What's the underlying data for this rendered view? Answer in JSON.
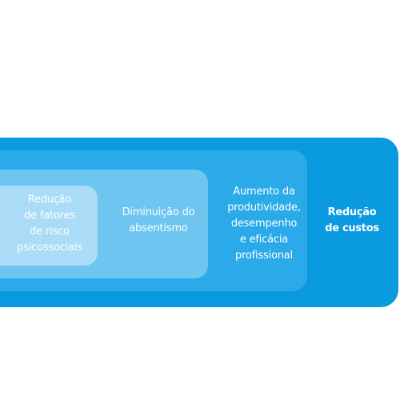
{
  "colors": {
    "outer": "#0a9ae0",
    "layer3": "#2aaae8",
    "layer2": "#6dc5f0",
    "layer1": "#aadcf7",
    "text": "#ffffff"
  },
  "layers": [
    {
      "lines": [
        "Redução",
        "de fatores",
        "de risco",
        "psicossociais"
      ]
    },
    {
      "lines": [
        "Diminuição do",
        "absentismo"
      ]
    },
    {
      "lines": [
        "Aumento da",
        "produtividade,",
        "desempenho",
        "e eficácia",
        "profissional"
      ]
    },
    {
      "lines": [
        "Redução",
        "de custos"
      ]
    }
  ]
}
